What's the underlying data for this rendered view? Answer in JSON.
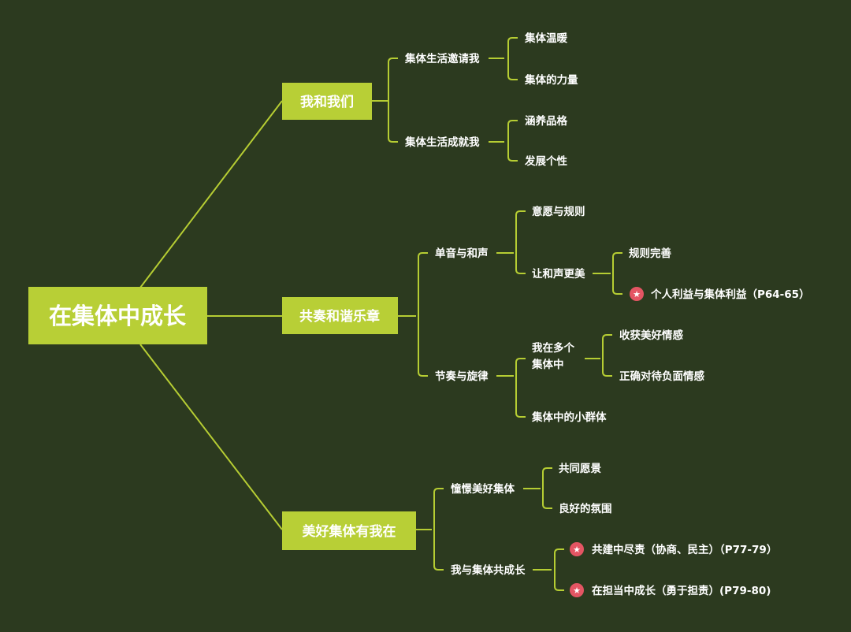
{
  "colors": {
    "background": "#2c3a1f",
    "accent": "#b8cf36",
    "line": "#b6cd33",
    "text": "#ffffff",
    "star_marker": "#e45563"
  },
  "root": {
    "label": "在集体中成长"
  },
  "branches": [
    {
      "label": "我和我们",
      "children": [
        {
          "label": "集体生活邀请我",
          "children": [
            {
              "label": "集体温暖"
            },
            {
              "label": "集体的力量"
            }
          ]
        },
        {
          "label": "集体生活成就我",
          "children": [
            {
              "label": "涵养品格"
            },
            {
              "label": "发展个性"
            }
          ]
        }
      ]
    },
    {
      "label": "共奏和谐乐章",
      "children": [
        {
          "label": "单音与和声",
          "children": [
            {
              "label": "意愿与规则"
            },
            {
              "label": "让和声更美",
              "children": [
                {
                  "label": "规则完善"
                },
                {
                  "label": "个人利益与集体利益（P64-65）",
                  "marker": "star-icon"
                }
              ]
            }
          ]
        },
        {
          "label": "节奏与旋律",
          "children": [
            {
              "label_lines": [
                "我在多个",
                "集体中"
              ],
              "children": [
                {
                  "label": "收获美好情感"
                },
                {
                  "label": "正确对待负面情感"
                }
              ]
            },
            {
              "label": "集体中的小群体"
            }
          ]
        }
      ]
    },
    {
      "label": "美好集体有我在",
      "children": [
        {
          "label": "憧憬美好集体",
          "children": [
            {
              "label": "共同愿景"
            },
            {
              "label": "良好的氛围"
            }
          ]
        },
        {
          "label": "我与集体共成长",
          "children": [
            {
              "label": "共建中尽责（协商、民主）（P77-79）",
              "marker": "star-icon"
            },
            {
              "label": "在担当中成长（勇于担责）(P79-80)",
              "marker": "star-icon"
            }
          ]
        }
      ]
    }
  ]
}
